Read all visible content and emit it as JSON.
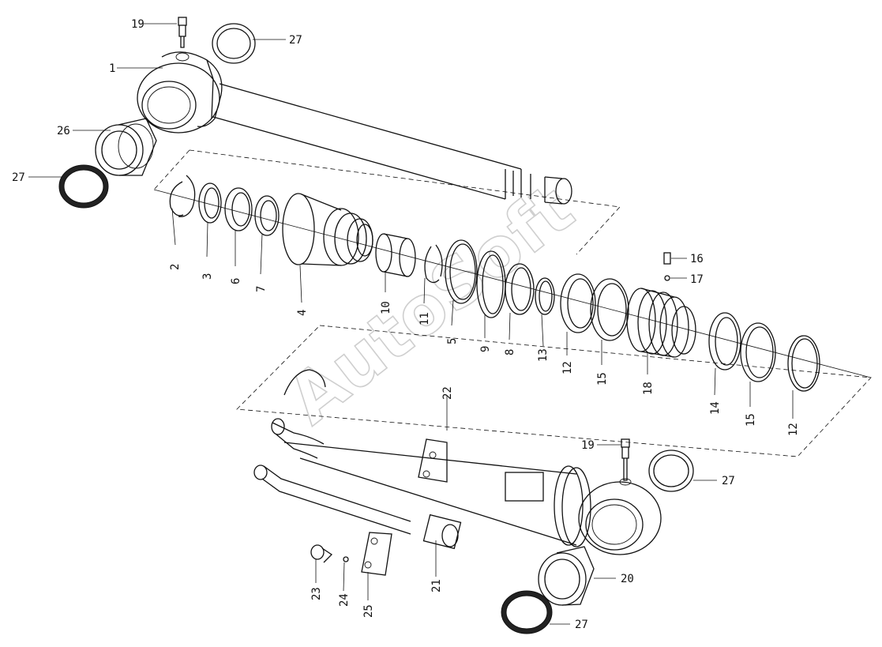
{
  "watermark": "AutoSoft",
  "callouts": [
    {
      "id": "c19a",
      "text": "19"
    },
    {
      "id": "c27a",
      "text": "27"
    },
    {
      "id": "c1",
      "text": "1"
    },
    {
      "id": "c26",
      "text": "26"
    },
    {
      "id": "c27b",
      "text": "27"
    },
    {
      "id": "c2",
      "text": "2"
    },
    {
      "id": "c3",
      "text": "3"
    },
    {
      "id": "c6",
      "text": "6"
    },
    {
      "id": "c7",
      "text": "7"
    },
    {
      "id": "c4",
      "text": "4"
    },
    {
      "id": "c10",
      "text": "10"
    },
    {
      "id": "c11",
      "text": "11"
    },
    {
      "id": "c5",
      "text": "5"
    },
    {
      "id": "c9",
      "text": "9"
    },
    {
      "id": "c8",
      "text": "8"
    },
    {
      "id": "c13",
      "text": "13"
    },
    {
      "id": "c12a",
      "text": "12"
    },
    {
      "id": "c15a",
      "text": "15"
    },
    {
      "id": "c18",
      "text": "18"
    },
    {
      "id": "c16",
      "text": "16"
    },
    {
      "id": "c17",
      "text": "17"
    },
    {
      "id": "c14",
      "text": "14"
    },
    {
      "id": "c15b",
      "text": "15"
    },
    {
      "id": "c12b",
      "text": "12"
    },
    {
      "id": "c22",
      "text": "22"
    },
    {
      "id": "c19b",
      "text": "19"
    },
    {
      "id": "c27c",
      "text": "27"
    },
    {
      "id": "c20",
      "text": "20"
    },
    {
      "id": "c27d",
      "text": "27"
    },
    {
      "id": "c21",
      "text": "21"
    },
    {
      "id": "c23",
      "text": "23"
    },
    {
      "id": "c24",
      "text": "24"
    },
    {
      "id": "c25",
      "text": "25"
    }
  ]
}
